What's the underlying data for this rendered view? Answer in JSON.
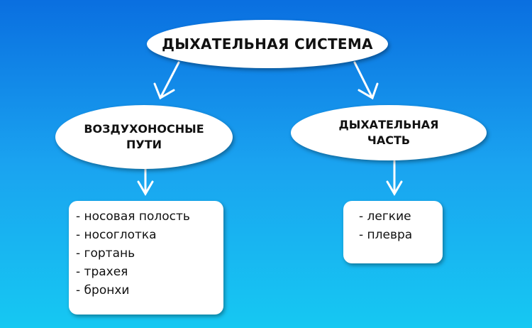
{
  "root": {
    "label": "ДЫХАТЕЛЬНАЯ СИСТЕМА"
  },
  "branches": [
    {
      "label_lines": [
        "ВОЗДУХОНОСНЫЕ",
        "ПУТИ"
      ],
      "items": [
        "- носовая полость",
        "- носоглотка",
        "- гортань",
        "- трахея",
        "- бронхи"
      ]
    },
    {
      "label_lines": [
        "ДЫХАТЕЛЬНАЯ",
        "ЧАСТЬ"
      ],
      "items": [
        "- легкие",
        "- плевра"
      ]
    }
  ],
  "colors": {
    "background_top": "#0a6fe0",
    "background_bottom": "#16c8f2",
    "node_fill": "#ffffff",
    "text": "#111111",
    "arrow": "#ffffff"
  }
}
